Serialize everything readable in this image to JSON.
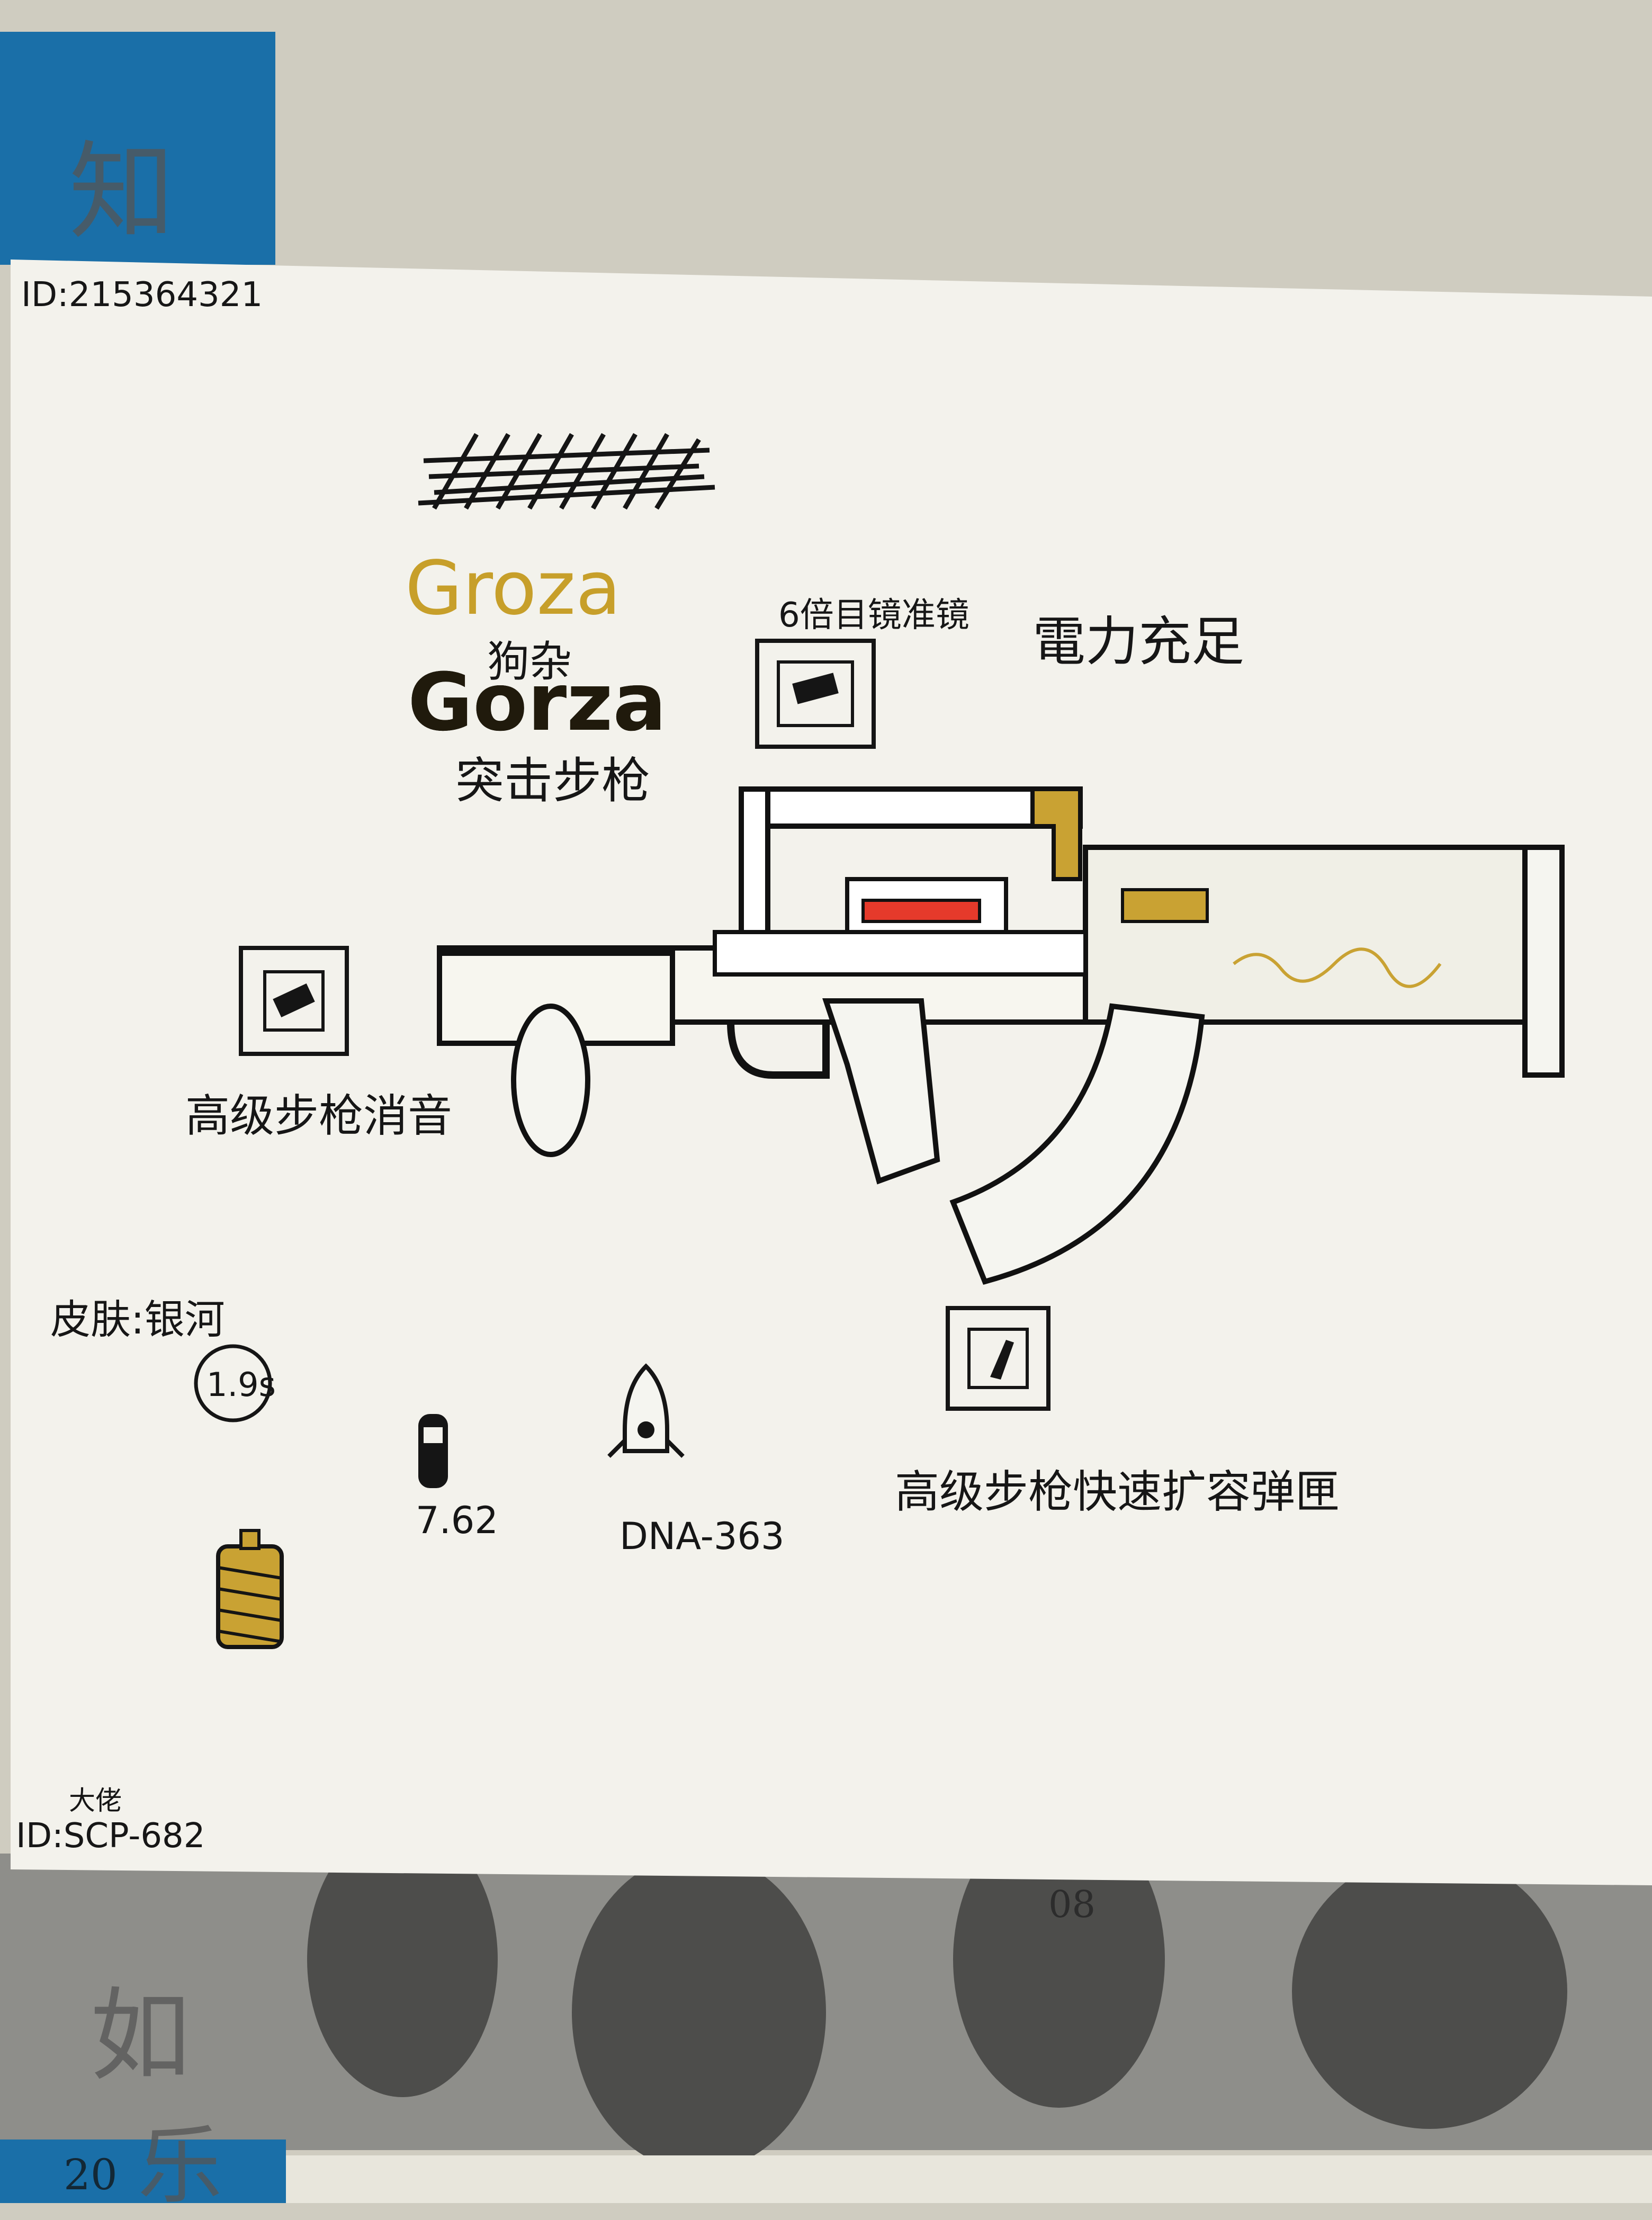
{
  "drawing": {
    "top_id": "ID:215364321",
    "title_outline": "Groza",
    "title_cn": "狗杂",
    "title_filled": "Gorza",
    "weapon_type": "突击步枪",
    "scope_label": "6倍目镜准镜",
    "power_label": "電力充足",
    "suppressor_label": "高级步枪消音",
    "skin_label": "皮肤:银河",
    "timer": "1.9s",
    "ammo_label": "7.62",
    "grenade_label": "DNA-363",
    "magazine_label": "高级步枪快速扩容弹匣",
    "author_label": "大佬",
    "author_id": "ID:SCP-682"
  },
  "background": {
    "news_top": "知",
    "news_side_1": "如",
    "news_side_2": "乐",
    "news_year": "20",
    "news_number": "08"
  },
  "colors": {
    "paper": "#f3f2ec",
    "ink": "#161616",
    "gold": "#c9a233",
    "red": "#e53a2b",
    "news_blue": "#1a6fa8"
  }
}
